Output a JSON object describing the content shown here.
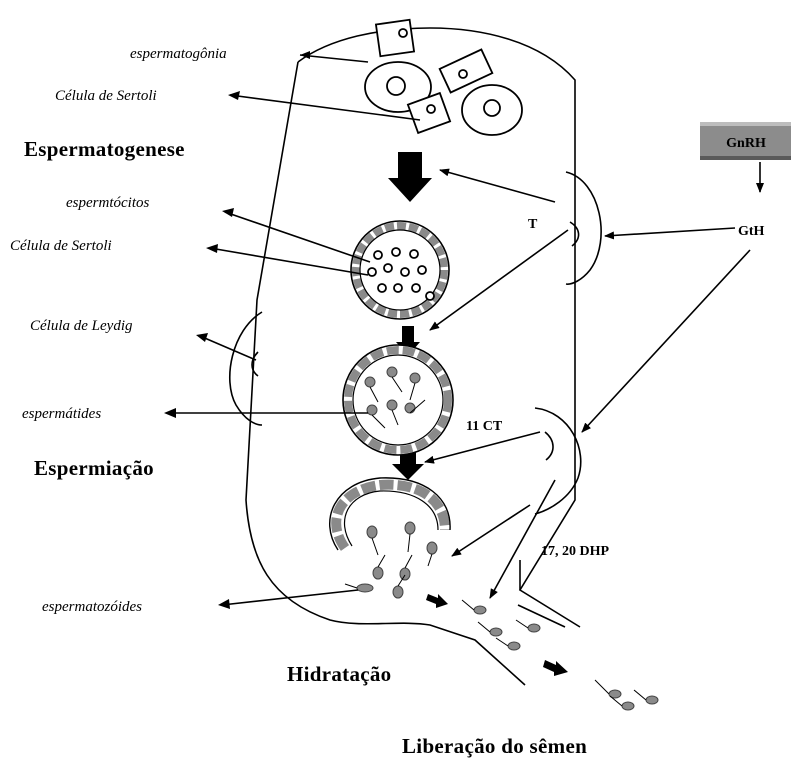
{
  "labels": {
    "espermatogonia": "espermatogônia",
    "celula_sertoli_1": "Célula de Sertoli",
    "espermatogenese": "Espermatogenese",
    "espermtocitos": "espermtócitos",
    "celula_sertoli_2": "Célula de Sertoli",
    "celula_leydig": "Célula de Leydig",
    "espermatides": "espermátides",
    "espermiacao": "Espermiação",
    "espermatozoides": "espermatozóides",
    "hidratacao": "Hidratação",
    "liberacao": "Liberação do sêmen"
  },
  "hormones": {
    "gnrh": "GnRH",
    "gth": "GtH",
    "t": "T",
    "ct11": "11 CT",
    "dhp": "17, 20 DHP"
  },
  "colors": {
    "gnrh_box": "#8c8c8c",
    "grey_fill": "#8a8a8a"
  }
}
